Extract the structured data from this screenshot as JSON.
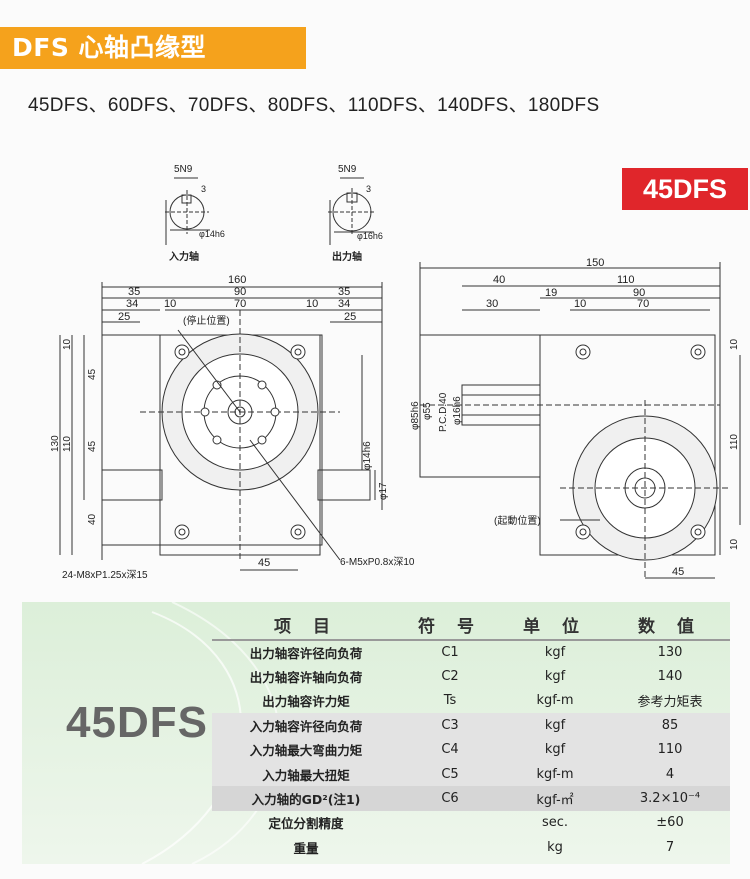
{
  "header": {
    "title": "DFS 心轴凸缘型",
    "models": "45DFS、60DFS、70DFS、80DFS、110DFS、140DFS、180DFS",
    "badge": "45DFS"
  },
  "drawing": {
    "input_shaft_label": "入力轴",
    "output_shaft_label": "出力轴",
    "key_in": "5N9",
    "key_out": "5N9",
    "key_depth_in": "3",
    "key_depth_out": "3",
    "shaft_in_dia": "φ14h6",
    "shaft_out_dia": "φ16h6",
    "stop_position": "(停止位置)",
    "start_position": "(起動位置)",
    "front_dims": {
      "overall": "160",
      "d35a": "35",
      "d90": "90",
      "d35b": "35",
      "d34a": "34",
      "d10a": "10",
      "d70": "70",
      "d10b": "10",
      "d34b": "34",
      "d25a": "25",
      "d25b": "25",
      "d45_bottom": "45",
      "v10": "10",
      "v45a": "45",
      "v130": "130",
      "v110": "110",
      "v45b": "45",
      "v40": "40",
      "v17": "φ17",
      "v14h6": "φ14h6"
    },
    "side_dims": {
      "overall": "150",
      "d40": "40",
      "d110": "110",
      "d19": "19",
      "d90": "90",
      "d30": "30",
      "d10": "10",
      "d70": "70",
      "d45": "45",
      "v110": "110",
      "v10a": "10",
      "v10b": "10",
      "dia85": "φ85h6",
      "dia55": "φ55",
      "pcd": "P.C.D.40",
      "dia16": "φ16h6"
    },
    "note_holes": "24-M8xP1.25x深15",
    "note_tap": "6-M5xP0.8x深10"
  },
  "spec": {
    "model": "45DFS",
    "headers": [
      "项  目",
      "符  号",
      "单  位",
      "数  值"
    ],
    "rows": [
      {
        "item": "出力轴容许径向负荷",
        "symbol": "C1",
        "unit": "kgf",
        "value": "130"
      },
      {
        "item": "出力轴容许轴向负荷",
        "symbol": "C2",
        "unit": "kgf",
        "value": "140"
      },
      {
        "item": "出力轴容许力矩",
        "symbol": "Ts",
        "unit": "kgf-m",
        "value": "参考力矩表"
      },
      {
        "item": "入力轴容许径向负荷",
        "symbol": "C3",
        "unit": "kgf",
        "value": "85"
      },
      {
        "item": "入力轴最大弯曲力矩",
        "symbol": "C4",
        "unit": "kgf",
        "value": "110"
      },
      {
        "item": "入力轴最大扭矩",
        "symbol": "C5",
        "unit": "kgf-m",
        "value": "4"
      },
      {
        "item": "入力轴的GD²(注1)",
        "symbol": "C6",
        "unit": "kgf-㎡",
        "value": "3.2×10⁻⁴"
      },
      {
        "item": "定位分割精度",
        "symbol": "",
        "unit": "sec.",
        "value": "±60"
      },
      {
        "item": "重量",
        "symbol": "",
        "unit": "kg",
        "value": "7"
      }
    ]
  },
  "colors": {
    "title_bg": "#f5a21c",
    "badge_bg": "#e0262b",
    "panel_bg": "#dcefd9"
  }
}
